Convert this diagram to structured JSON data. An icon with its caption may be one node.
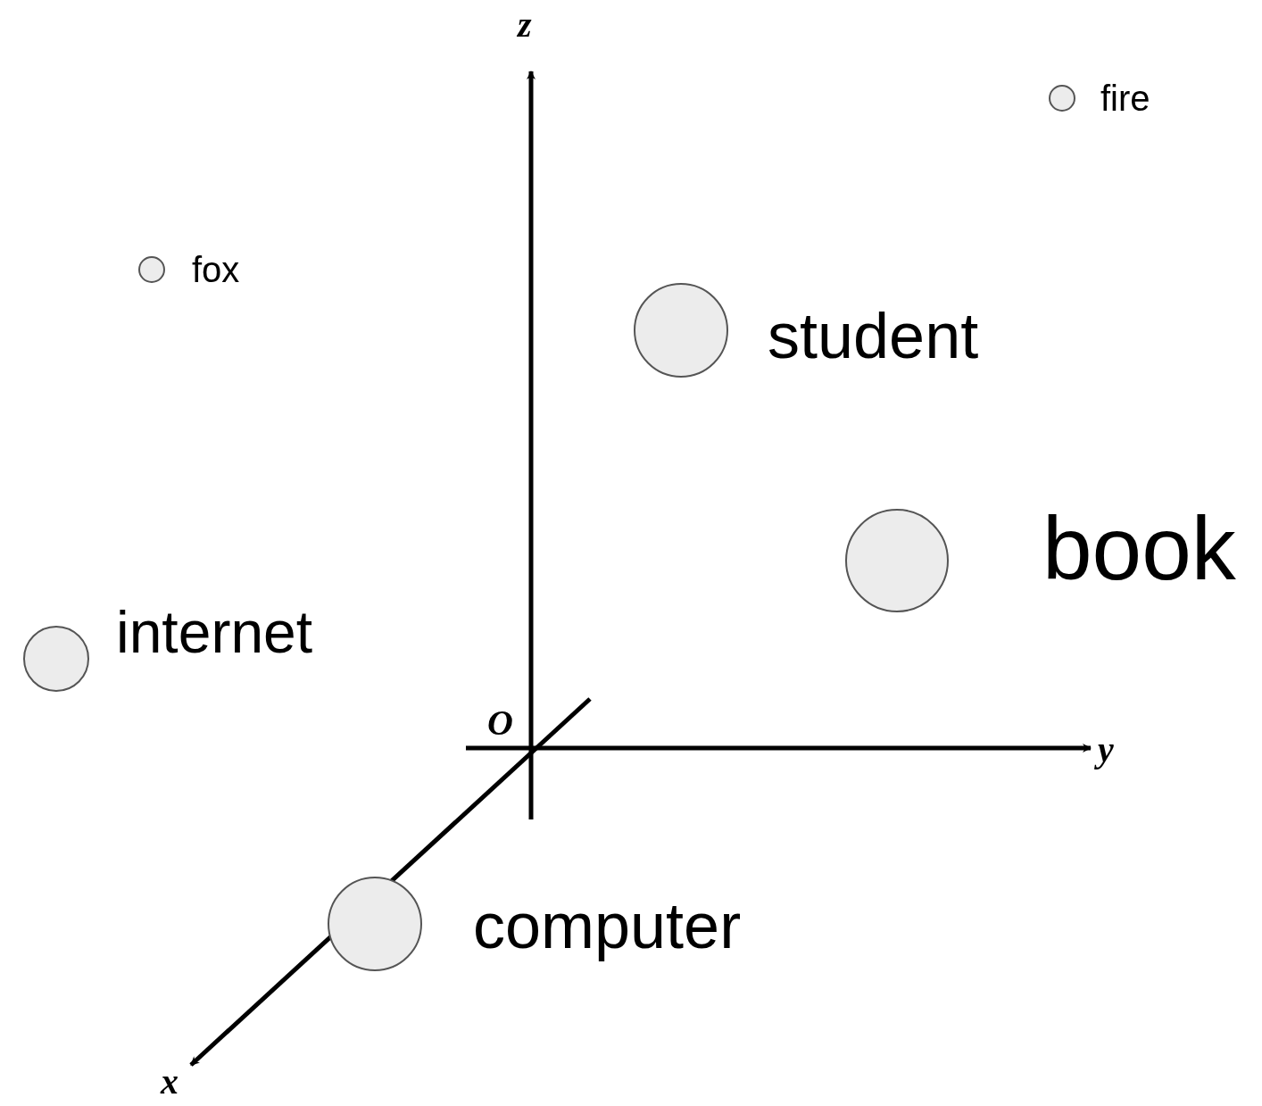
{
  "diagram": {
    "nodes": [
      {
        "text": [],
        "shape": "circle",
        "beside": [
          "fire"
        ]
      },
      {
        "text": [],
        "shape": "circle",
        "beside": [
          "fox"
        ]
      },
      {
        "text": [],
        "shape": "circle",
        "beside": [
          "student"
        ]
      },
      {
        "text": [],
        "shape": "circle",
        "beside": [
          "book"
        ]
      },
      {
        "text": [],
        "shape": "circle",
        "beside": [
          "internet"
        ]
      },
      {
        "text": [],
        "shape": "circle",
        "beside": [
          "computer"
        ]
      }
    ],
    "labels": [
      "z",
      "O",
      "y",
      "x"
    ]
  }
}
